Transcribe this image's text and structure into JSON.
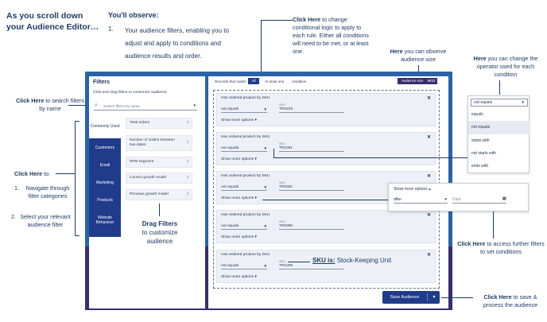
{
  "left_annotations": {
    "title": "As you scroll down your Audience Editor…",
    "observe_heading": "You'll observe:",
    "observe_num": "1.",
    "observe_text": "Your audience filters, enabling you to adjust and apply to conditions and audience results and order.",
    "search_click": "Click Here",
    "search_rest": "to search filters by name",
    "to_click": "Click Here",
    "to_rest": "to:",
    "step1_num": "1.",
    "step1_text": "Navigate through filter categories",
    "step2_num": "2.",
    "step2_text": "Select your relevant audience filter",
    "drag_title": "Drag Filters",
    "drag_rest": "to customize audience"
  },
  "top_annotations": {
    "logic_click": "Click Here",
    "logic_rest": "to change conditional logic to apply to each rule. Either all conditions will need to be met, or at least one.",
    "size_here": "Here",
    "size_rest": "you can observe audience size",
    "op_here": "Here",
    "op_rest": "you can change the operator used for each condition"
  },
  "right_annotations": {
    "more_click": "Click Here",
    "more_rest": "to access further filters to set conditions",
    "save_click": "Click Here",
    "save_rest": "to save & process the audience",
    "sku_label": "SKU is:",
    "sku_text": "Stock-Keeping Unit"
  },
  "filters_panel": {
    "title": "Filters",
    "subtitle": "Click and drag filters to customize audience",
    "search_placeholder": "Search filters by name",
    "categories": [
      "Commonly Used",
      "Customers",
      "Email",
      "Marketing",
      "Products",
      "Website Behaviour"
    ],
    "filters": [
      "Total orders",
      "Number of orders between two dates",
      "RFM segment",
      "Current growth model",
      "Previous growth model"
    ]
  },
  "rules_panel": {
    "records_label": "Records that match",
    "logic_all": "All",
    "logic_one": "At least one",
    "logic_suffix": "condition",
    "size_label": "Audience size",
    "size_value": "9932",
    "rules": [
      {
        "title": "Has ordered product by SKU",
        "operator": "not equals",
        "sku_label": "SKU",
        "sku_value": "TR2203",
        "more": "Show more options"
      },
      {
        "title": "Has ordered product by SKU",
        "operator": "not equals",
        "sku_label": "SKU",
        "sku_value": "TR1001",
        "more": "Show more options"
      },
      {
        "title": "Has ordered product by SKU",
        "operator": "not equals",
        "sku_label": "SKU",
        "sku_value": "TR2001",
        "more": "Show more options"
      },
      {
        "title": "Has ordered product by SKU",
        "operator": "not equals",
        "sku_label": "SKU",
        "sku_value": "TR2000",
        "more": "Show more options"
      },
      {
        "title": "Has ordered product by SKU",
        "operator": "not equals",
        "sku_label": "SKU",
        "sku_value": "TR1009",
        "more": "Show more options"
      }
    ],
    "save_label": "Save Audience"
  },
  "operator_dropdown": {
    "selected": "not equals",
    "options": [
      "equals",
      "not equals",
      "starts with",
      "not starts with",
      "ends with"
    ]
  },
  "more_options_popup": {
    "header": "Show more options",
    "select_value": "after",
    "date_placeholder": "Date"
  }
}
